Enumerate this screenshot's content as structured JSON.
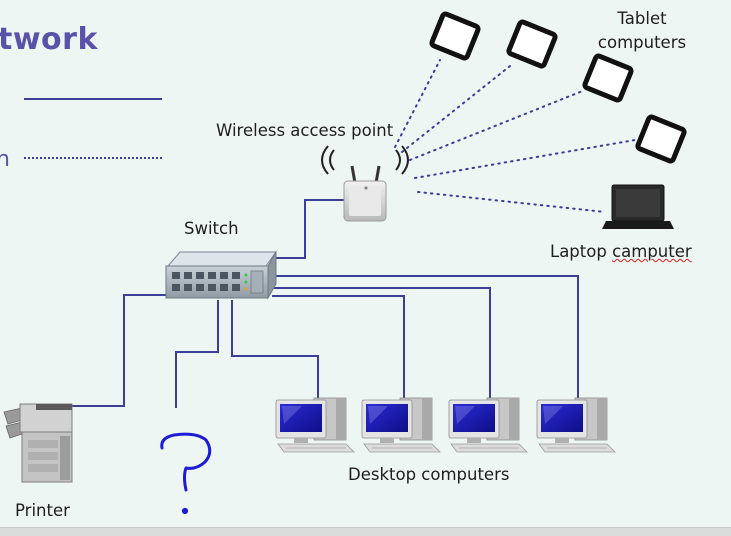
{
  "slide": {
    "title_fragment": "twork",
    "legend_fragment": "n"
  },
  "labels": {
    "tablets_line1": "Tablet",
    "tablets_line2": "computers",
    "wap": "Wireless access point",
    "switch": "Switch",
    "laptop_before": "Laptop ",
    "laptop_misspelled": "camputer",
    "desktops": "Desktop computers",
    "printer": "Printer"
  },
  "colors": {
    "wired_link": "#3d3d9a",
    "wireless_link": "#3d3d9a",
    "annotation_ink": "#1c1cd6",
    "title": "#5a52a8",
    "spellcheck": "#e02020"
  },
  "icons": {
    "tablet": "tablet-icon",
    "wap": "wireless-access-point-icon",
    "switch": "network-switch-icon",
    "laptop": "laptop-icon",
    "desktop": "desktop-computer-icon",
    "printer": "printer-icon",
    "question": "question-mark-annotation"
  }
}
